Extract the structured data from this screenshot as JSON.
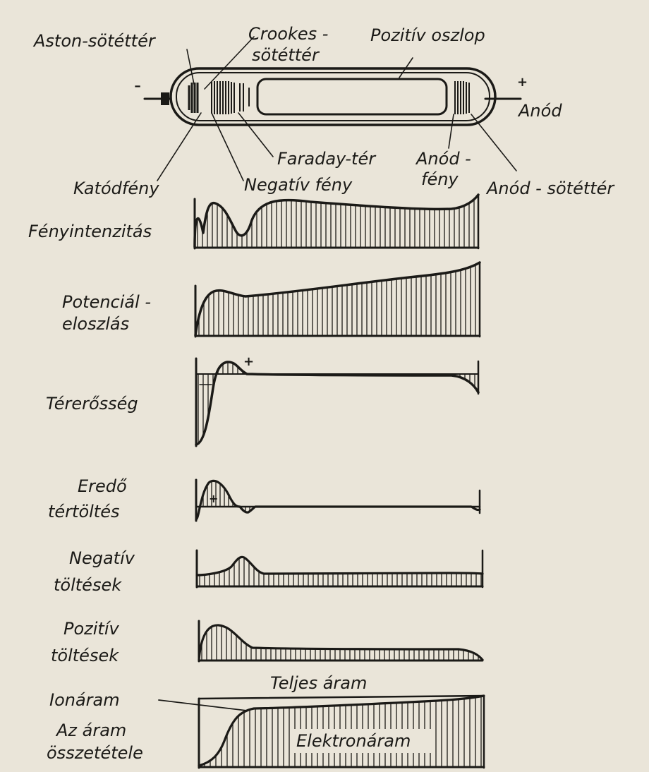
{
  "tube": {
    "labels": {
      "aston": "Aston-sötéttér",
      "crookes_1": "Crookes -",
      "crookes_2": "sötéttér",
      "pozitiv_oszlop": "Pozitív oszlop",
      "minus": "-",
      "plus": "+",
      "anod": "Anód",
      "faraday": "Faraday-tér",
      "anodfeny_1": "Anód -",
      "anodfeny_2": "fény",
      "katodfeny": "Katódfény",
      "negativ_feny": "Negatív fény",
      "anod_sotetter": "Anód - sötéttér"
    }
  },
  "plots": {
    "fenyintenzitas": "Fényintenzitás",
    "potencial_1": "Potenciál -",
    "potencial_2": "eloszlás",
    "tererosseg": "Térerősség",
    "tererosseg_plus": "+",
    "eredo_1": "Eredő",
    "eredo_2": "tértöltés",
    "eredo_plus": "+",
    "negativ_1": "Negatív",
    "negativ_2": "töltések",
    "pozitiv_1": "Pozitív",
    "pozitiv_2": "töltések",
    "teljes_aram": "Teljes áram",
    "ionaram": "Ionáram",
    "osszetetel_1": "Az áram",
    "osszetetel_2": "összetétele",
    "elektronaram": "Elektronáram"
  },
  "colors": {
    "paper": "#eae5d9",
    "ink": "#1b1a17"
  }
}
